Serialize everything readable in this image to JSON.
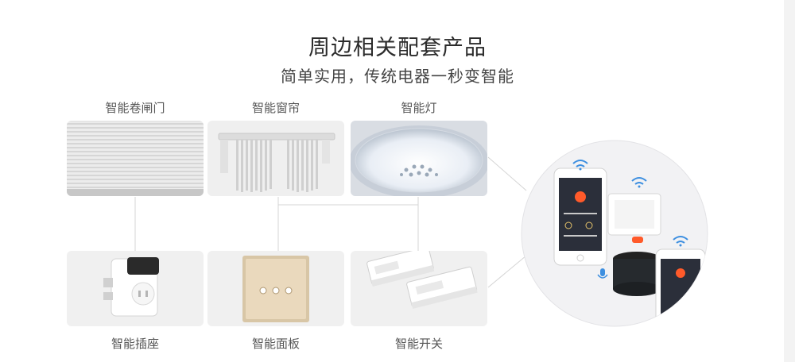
{
  "heading": {
    "title": "周边相关配套产品",
    "subtitle": "简单实用，传统电器一秒变智能"
  },
  "products": [
    {
      "label": "智能卷闸门",
      "icon": "roller-shutter-image"
    },
    {
      "label": "智能窗帘",
      "icon": "curtain-image"
    },
    {
      "label": "智能灯",
      "icon": "ceiling-light-image"
    },
    {
      "label": "智能插座",
      "icon": "smart-socket-image"
    },
    {
      "label": "智能面板",
      "icon": "touch-panel-image"
    },
    {
      "label": "智能开关",
      "icon": "smart-switch-module-image"
    }
  ],
  "colors": {
    "card_bg": "#f0f0f0",
    "connector": "#d4d4d4",
    "accent_orange": "#ff5a2a",
    "wifi_blue": "#3d8fe0",
    "panel_gold": "#cdb590"
  }
}
